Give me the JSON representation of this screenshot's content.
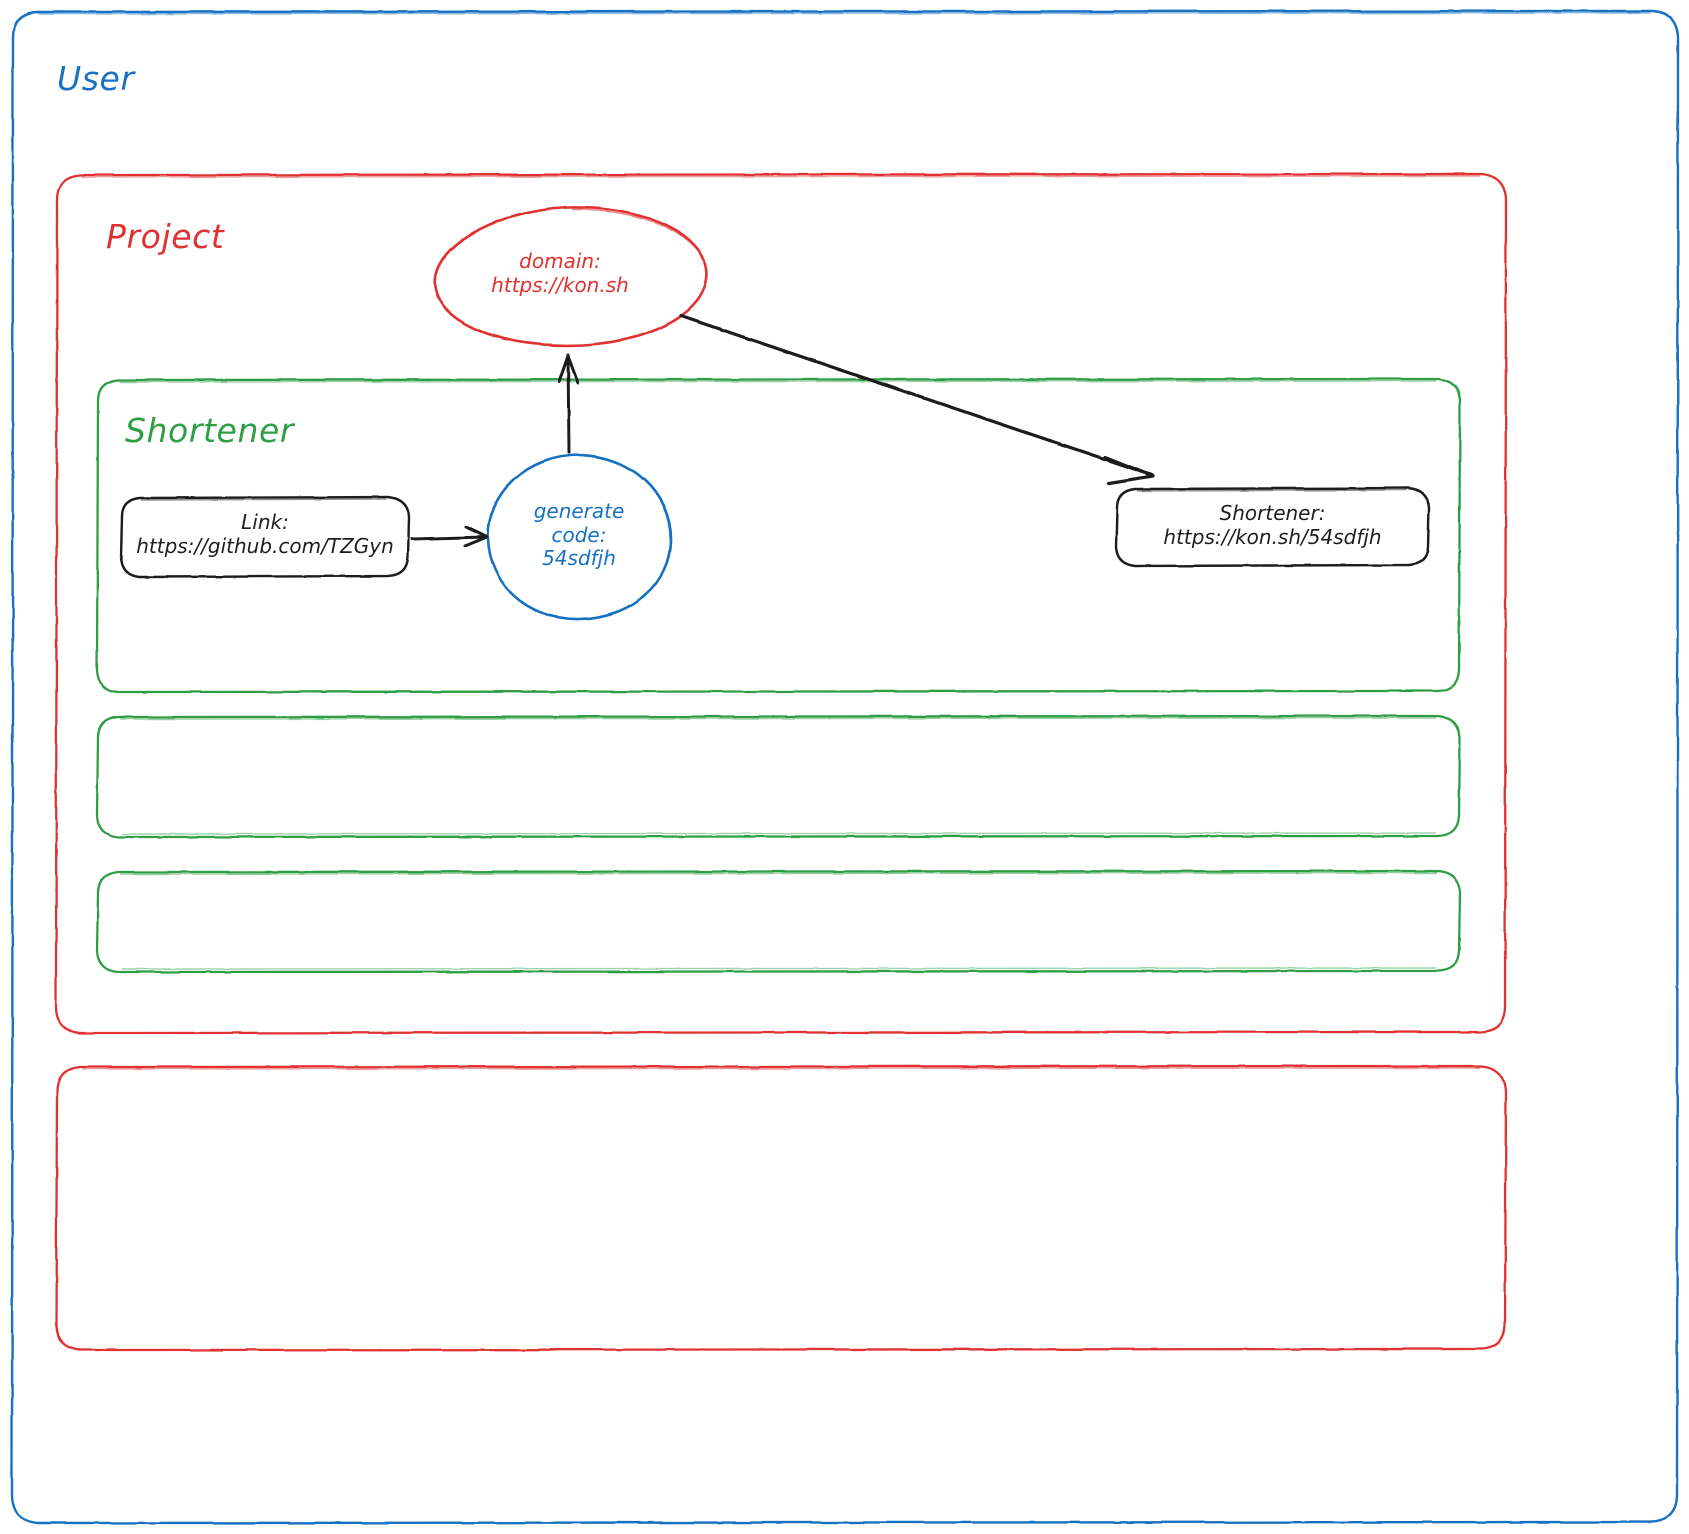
{
  "diagram": {
    "title": "URL Shortener architecture sketch",
    "style": "hand-drawn",
    "background": "#ffffff",
    "colors": {
      "user_frame": "#1971c2",
      "project_frame": "#e03131",
      "shortener_frame": "#2f9e44",
      "node_stroke": "#1e1e1e",
      "arrow": "#1e1e1e",
      "ellipse_stroke": "#e03131",
      "circle_stroke": "#1971c2"
    },
    "groups": [
      {
        "id": "user",
        "label": "User",
        "color": "#1971c2",
        "kind": "outer-frame"
      },
      {
        "id": "project-1",
        "label": "Project",
        "color": "#e03131",
        "kind": "frame"
      },
      {
        "id": "project-2",
        "label": "",
        "color": "#e03131",
        "kind": "frame-empty"
      },
      {
        "id": "shortener-1",
        "label": "Shortener",
        "color": "#2f9e44",
        "kind": "frame"
      },
      {
        "id": "shortener-2",
        "label": "",
        "color": "#2f9e44",
        "kind": "frame-empty"
      },
      {
        "id": "shortener-3",
        "label": "",
        "color": "#2f9e44",
        "kind": "frame-empty"
      }
    ],
    "nodes": [
      {
        "id": "domain",
        "shape": "ellipse",
        "color": "#e03131",
        "lines": [
          "domain:",
          "https://kon.sh"
        ]
      },
      {
        "id": "link",
        "shape": "rounded-rect",
        "color": "#1e1e1e",
        "lines": [
          "Link:",
          "https://github.com/TZGyn"
        ]
      },
      {
        "id": "generate-code",
        "shape": "circle",
        "color": "#1971c2",
        "lines": [
          "generate",
          "code:",
          "54sdfjh"
        ]
      },
      {
        "id": "shortener-result",
        "shape": "rounded-rect",
        "color": "#1e1e1e",
        "lines": [
          "Shortener:",
          "https://kon.sh/54sdfjh"
        ]
      }
    ],
    "arrows": [
      {
        "id": "link-to-generate",
        "from": "link",
        "to": "generate-code",
        "direction": "right"
      },
      {
        "id": "generate-to-domain",
        "from": "generate-code",
        "to": "domain",
        "direction": "up"
      },
      {
        "id": "domain-to-result",
        "from": "domain",
        "to": "shortener-result",
        "direction": "down-right"
      }
    ]
  }
}
